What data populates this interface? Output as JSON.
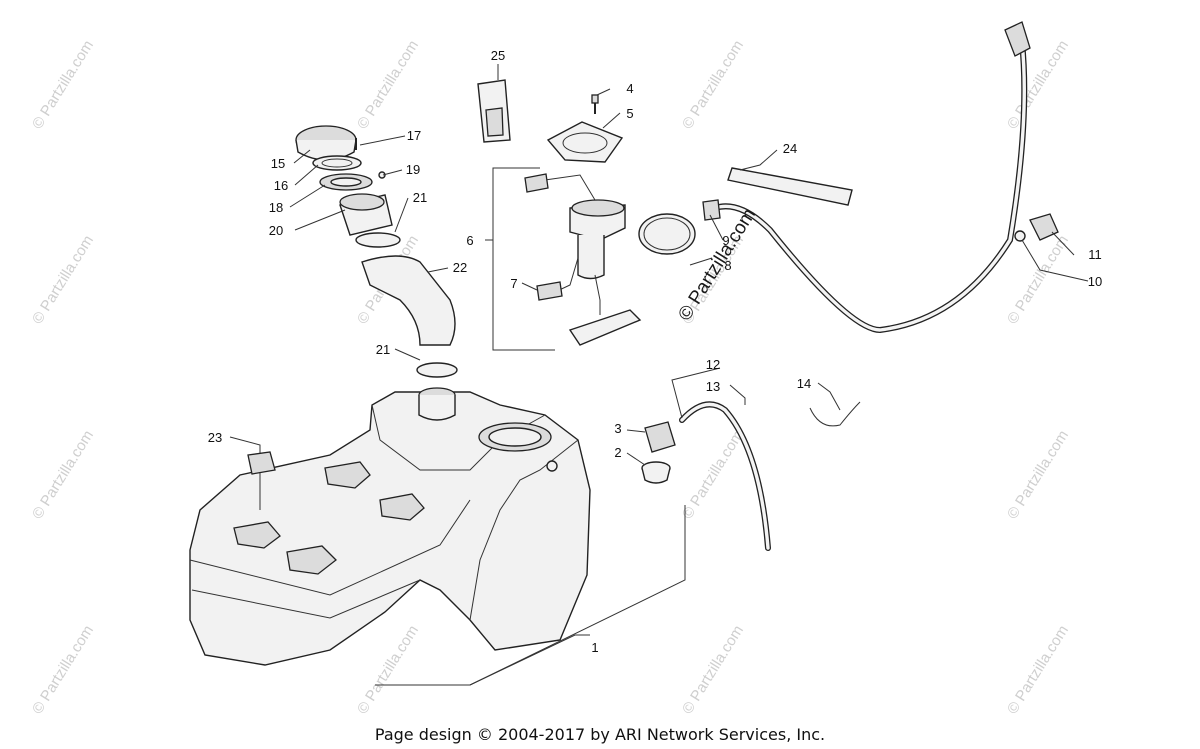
{
  "footer": {
    "text": "Page design © 2004-2017 by ARI Network Services, Inc."
  },
  "watermark": {
    "text": "© Partzilla.com",
    "center_text": "© Partzilla.com"
  },
  "callouts": [
    {
      "id": "1",
      "label": "1"
    },
    {
      "id": "2",
      "label": "2"
    },
    {
      "id": "3",
      "label": "3"
    },
    {
      "id": "4",
      "label": "4"
    },
    {
      "id": "5",
      "label": "5"
    },
    {
      "id": "6",
      "label": "6"
    },
    {
      "id": "7",
      "label": "7"
    },
    {
      "id": "8",
      "label": "8"
    },
    {
      "id": "9",
      "label": "9"
    },
    {
      "id": "10",
      "label": "10"
    },
    {
      "id": "11",
      "label": "11"
    },
    {
      "id": "12",
      "label": "12"
    },
    {
      "id": "13",
      "label": "13"
    },
    {
      "id": "14",
      "label": "14"
    },
    {
      "id": "15",
      "label": "15"
    },
    {
      "id": "16",
      "label": "16"
    },
    {
      "id": "17",
      "label": "17"
    },
    {
      "id": "18",
      "label": "18"
    },
    {
      "id": "19",
      "label": "19"
    },
    {
      "id": "20",
      "label": "20"
    },
    {
      "id": "21a",
      "label": "21"
    },
    {
      "id": "21b",
      "label": "21"
    },
    {
      "id": "22",
      "label": "22"
    },
    {
      "id": "23",
      "label": "23"
    },
    {
      "id": "24",
      "label": "24"
    },
    {
      "id": "25",
      "label": "25"
    }
  ]
}
